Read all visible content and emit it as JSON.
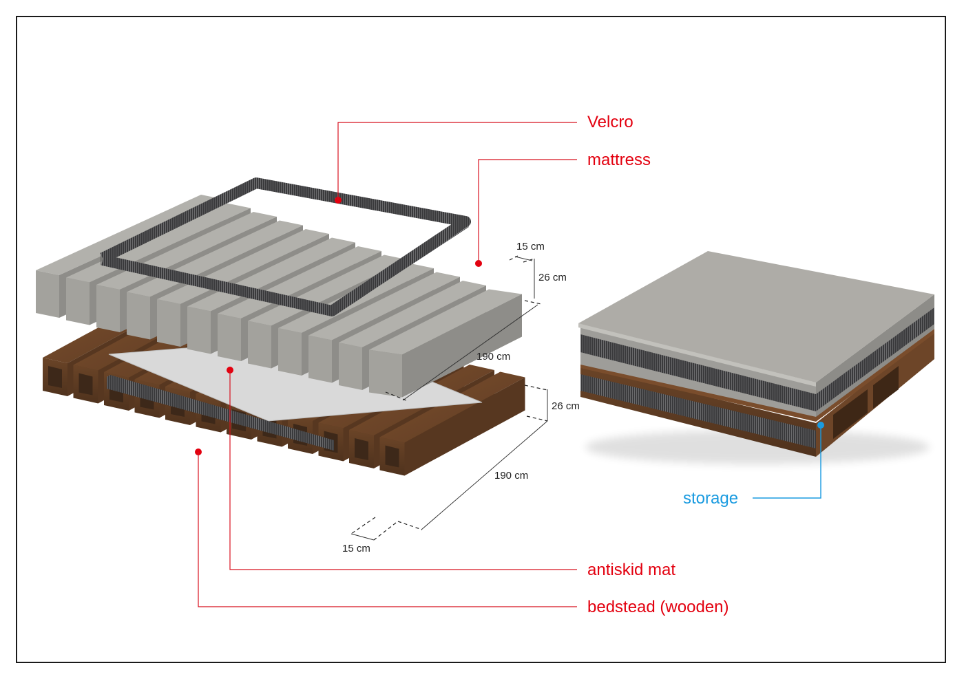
{
  "diagram": {
    "title": "Modular bed exploded view",
    "callouts": {
      "velcro": "Velcro",
      "mattress": "mattress",
      "antiskid_mat": "antiskid mat",
      "bedstead": "bedstead (wooden)",
      "storage": "storage"
    },
    "dimensions": {
      "mattress_width": "15 cm",
      "mattress_height": "26 cm",
      "mattress_length": "190 cm",
      "bedstead_height": "26 cm",
      "bedstead_length": "190 cm",
      "bedstead_width": "15 cm"
    },
    "colors": {
      "callout_red": "#e3000f",
      "callout_blue": "#1a9be0",
      "foam_gray": "#a9a8a3",
      "velcro_dark": "#3c3c3e",
      "wood_brown": "#6b4327",
      "mat_gray": "#d6d6d6"
    },
    "parts_count": {
      "mattress_blocks": 12,
      "bedstead_frames": 12
    }
  }
}
